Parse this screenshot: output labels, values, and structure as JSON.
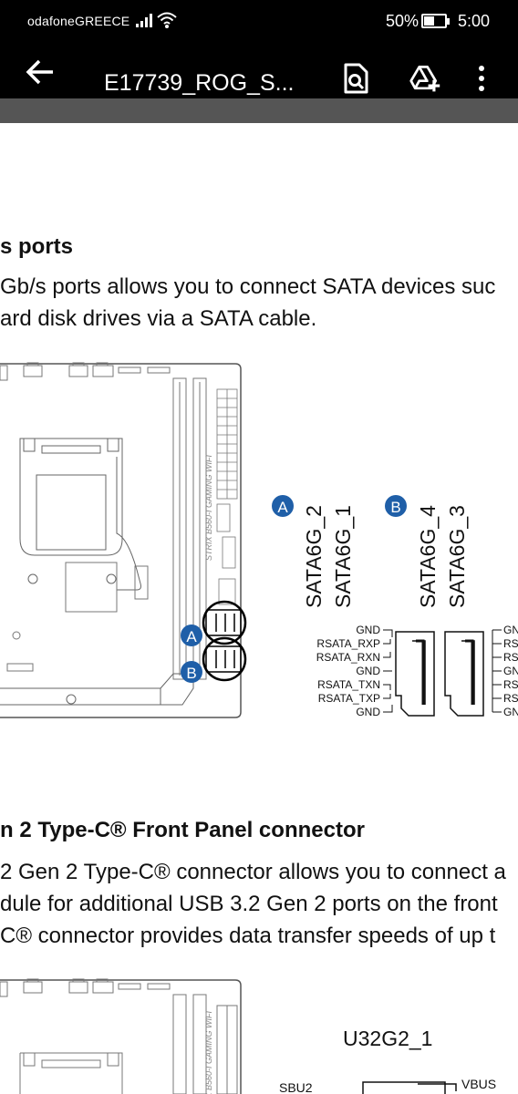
{
  "status_bar": {
    "carrier": "odafoneGREECE",
    "battery_percent": "50%",
    "battery_level": 0.5,
    "time": "5:00"
  },
  "toolbar": {
    "title": "E17739_ROG_S...",
    "back_icon": "arrow-left-icon",
    "find_icon": "search-document-icon",
    "drive_icon": "add-to-drive-icon",
    "menu_icon": "more-vert-icon"
  },
  "document": {
    "section1_heading": "s ports",
    "section1_line1": "Gb/s ports allows you to connect SATA devices suc",
    "section1_line2": "ard disk drives via a SATA cable.",
    "diagram1": {
      "board_silkscreen": "STRIX B560-I GAMING WIFI",
      "callout_a": "A",
      "callout_b": "B",
      "group_a": {
        "badge": "A",
        "ports": [
          "SATA6G_2",
          "SATA6G_1"
        ]
      },
      "group_b": {
        "badge": "B",
        "ports": [
          "SATA6G_4",
          "SATA6G_3"
        ]
      },
      "pins_left": [
        "GND",
        "RSATA_RXP",
        "RSATA_RXN",
        "GND",
        "RSATA_TXN",
        "RSATA_TXP",
        "GND"
      ],
      "pins_right": [
        "GN",
        "RS",
        "RS",
        "GN",
        "RS",
        "RS",
        "GN"
      ]
    },
    "section2_heading": "n 2 Type-C® Front Panel connector",
    "section2_line1": "2 Gen 2 Type-C® connector allows you to connect a",
    "section2_line2": "dule for additional USB 3.2 Gen 2 ports on the front",
    "section2_line3": "C® connector provides data transfer speeds of up t",
    "diagram2": {
      "board_silkscreen": "STRIX B560-I GAMING WIFI",
      "connector_title": "U32G2_1",
      "pin_left": "SBU2",
      "pin_right": "VBUS"
    }
  },
  "colors": {
    "bar_bg": "#000000",
    "strip": "#555555",
    "badge_blue": "#1f5fa8"
  }
}
